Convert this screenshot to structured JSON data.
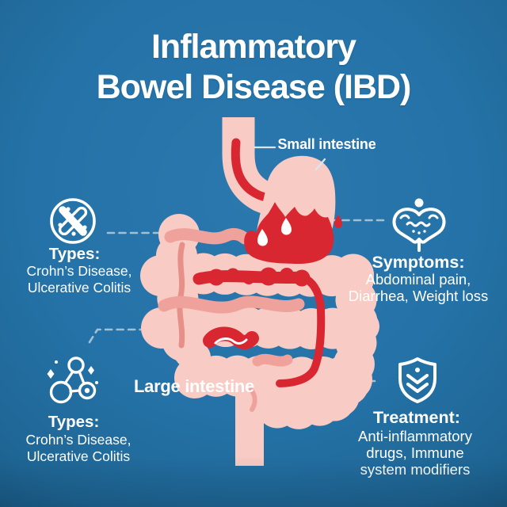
{
  "infographic": {
    "title_line1": "Inflammatory",
    "title_line2": "Bowel Disease (IBD)",
    "anatomy_labels": {
      "small_intestine": "Small intestine",
      "large_intestine": "Large intestine"
    },
    "sections": {
      "types_top": {
        "icon": "crossed-pills-icon",
        "heading": "Types:",
        "lines": [
          "Crohn’s Disease,",
          "Ulcerative Colitis"
        ]
      },
      "symptoms": {
        "icon": "upset-stomach-icon",
        "heading": "Symptoms:",
        "lines": [
          "Abdominal pain,",
          "Diarrhea, Weight loss"
        ]
      },
      "types_bottom": {
        "icon": "molecule-icon",
        "heading": "Types:",
        "lines": [
          "Crohn’s Disease,",
          "Ulcerative Colitis"
        ]
      },
      "treatment": {
        "icon": "shield-check-icon",
        "heading": "Treatment:",
        "lines": [
          "Anti-inflammatory",
          "drugs, Immune",
          "system modifiers"
        ]
      }
    },
    "colors": {
      "background": "#2472a7",
      "intestine_pink": "#f8cbc4",
      "intestine_salmon": "#efa29b",
      "inflammation_red": "#d92732",
      "text": "#ffffff"
    }
  }
}
